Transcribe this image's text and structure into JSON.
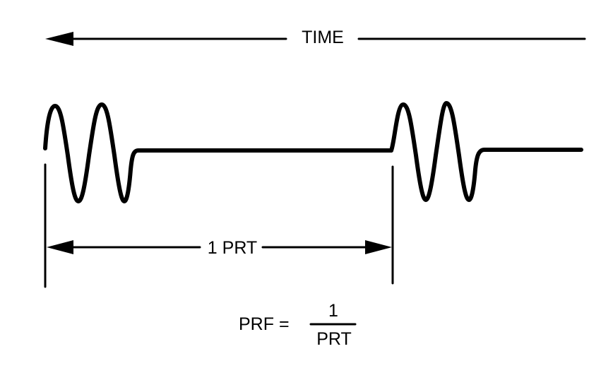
{
  "diagram": {
    "time_label": "TIME",
    "prt_label": "1 PRT",
    "formula": {
      "lhs": "PRF =",
      "numerator": "1",
      "denominator": "PRT"
    }
  },
  "colors": {
    "ink": "#000000",
    "background": "#ffffff"
  }
}
